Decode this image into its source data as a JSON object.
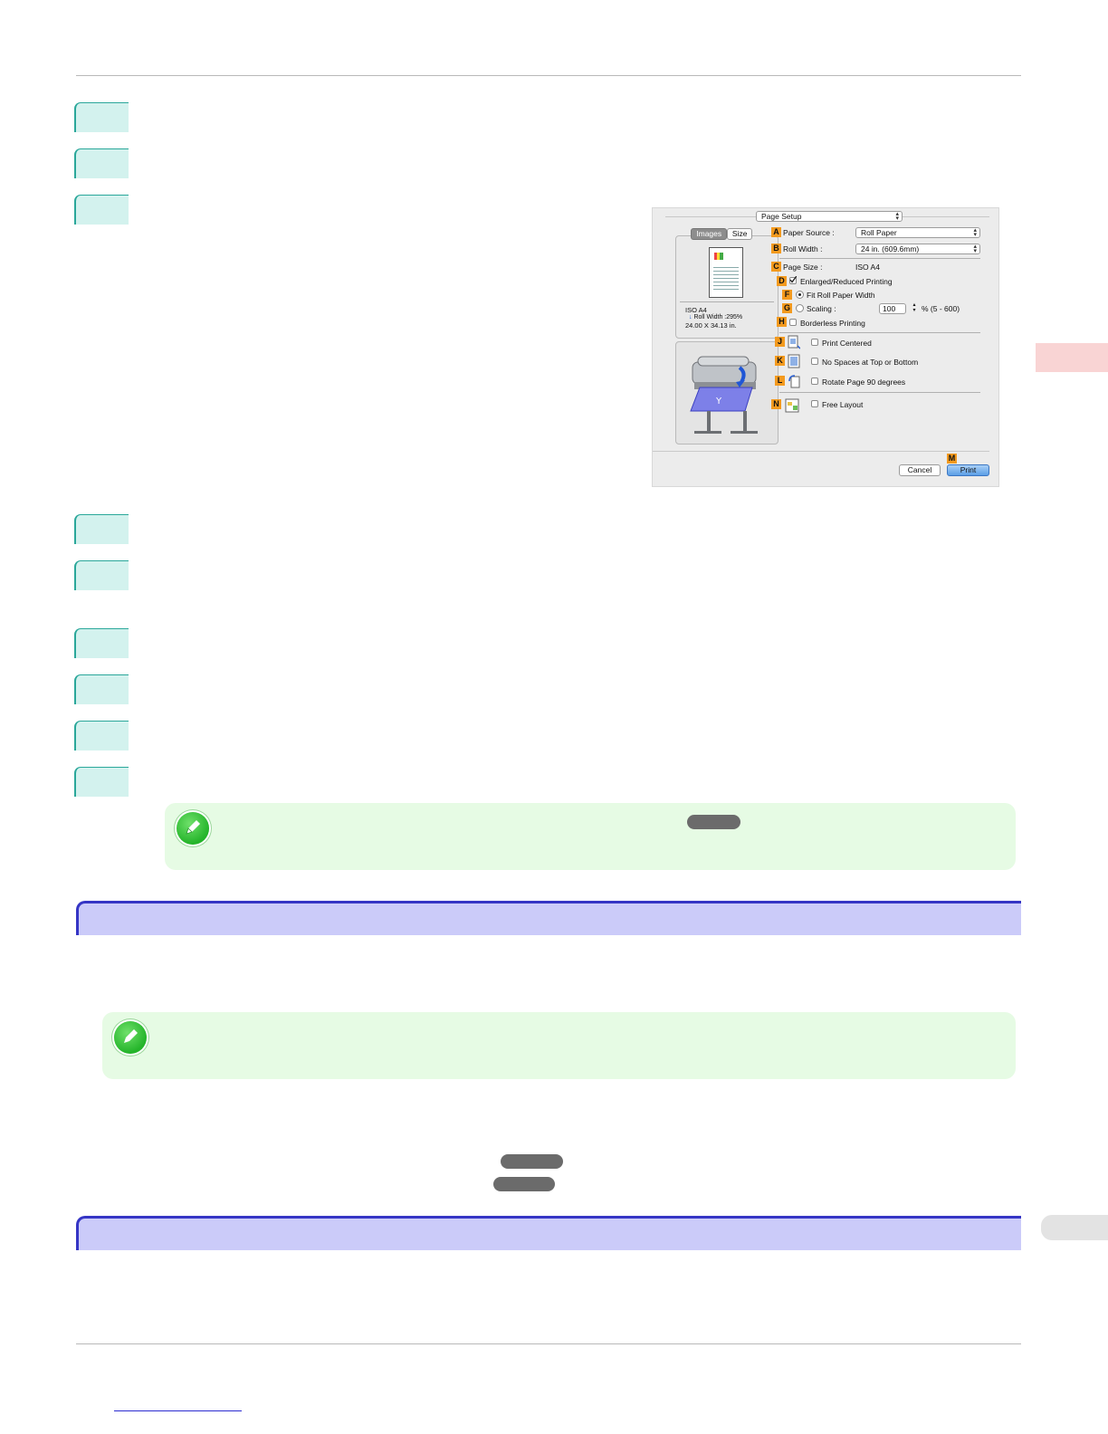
{
  "page": {
    "note_pill_width_hint": "",
    "steps_count_label": ""
  },
  "dialog": {
    "header_select": "Page Setup",
    "tabs": [
      {
        "label": "Images",
        "selected": true
      },
      {
        "label": "Size",
        "selected": false
      }
    ],
    "preview_info": {
      "size": "ISO A4",
      "roll_width": "Roll Width :295%",
      "dimensions": "24.00 X 34.13 in."
    },
    "fields": {
      "paper_source": {
        "badge": "A",
        "label": "Paper Source :",
        "value": "Roll Paper"
      },
      "roll_width": {
        "badge": "B",
        "label": "Roll Width :",
        "value": "24 in. (609.6mm)"
      },
      "page_size": {
        "badge": "C",
        "label": "Page Size :",
        "value": "ISO A4"
      },
      "enlarged": {
        "badge": "D",
        "label": "Enlarged/Reduced Printing",
        "checked": true
      },
      "fit_roll": {
        "badge": "F",
        "label": "Fit Roll Paper Width",
        "selected": true
      },
      "scaling": {
        "badge": "G",
        "label": "Scaling :",
        "value": "100",
        "range": "% (5 - 600)",
        "selected": false
      },
      "borderless": {
        "badge": "H",
        "label": "Borderless Printing",
        "checked": false
      },
      "print_centered": {
        "badge": "J",
        "label": "Print Centered",
        "checked": false
      },
      "no_spaces": {
        "badge": "K",
        "label": "No Spaces at Top or Bottom",
        "checked": false
      },
      "rotate": {
        "badge": "L",
        "label": "Rotate Page 90 degrees",
        "checked": false
      },
      "free_layout": {
        "badge": "N",
        "label": "Free Layout",
        "checked": false
      }
    },
    "buttons": {
      "print_badge": "M",
      "cancel": "Cancel",
      "print": "Print"
    }
  }
}
